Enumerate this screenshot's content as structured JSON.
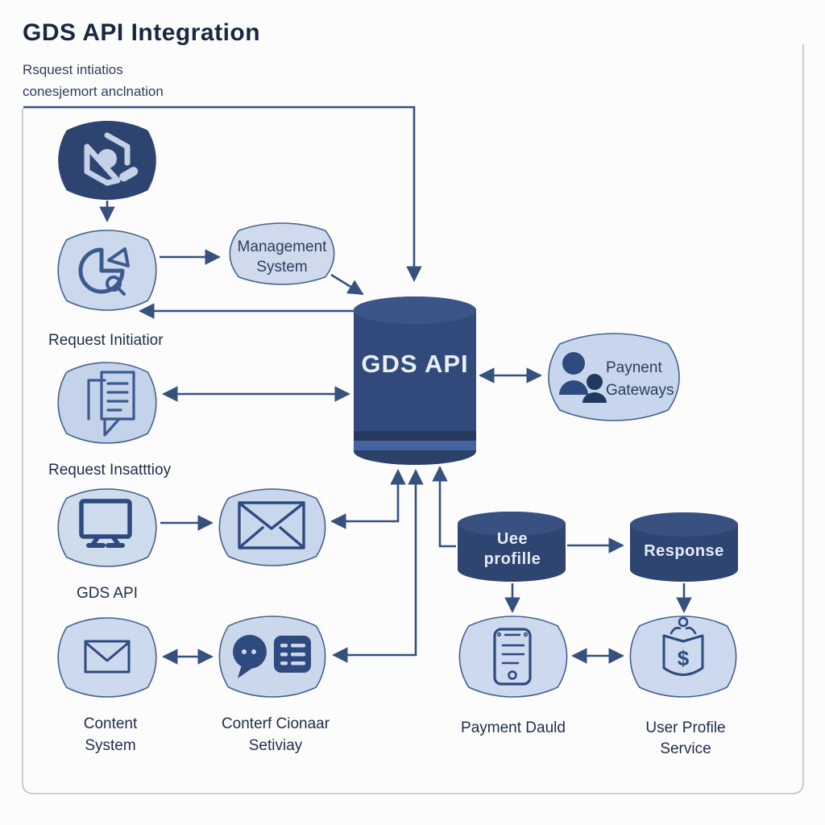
{
  "title": "GDS API Integration",
  "subtitle": {
    "line1": "Rsquest intiatios",
    "line2": "conesjemort anclnation"
  },
  "colors": {
    "dark_navy": "#2d4470",
    "cylinder_navy": "#32497b",
    "cylinder_band_dark": "#27395f",
    "cylinder_band_light": "#45639e",
    "node_fill": "#ccd9ec",
    "node_border": "#44618f",
    "connector": "#36517e",
    "frame_border": "#b7c1d0",
    "icon_stroke": "#3c5a92",
    "icon_dark_fill": "#2e4a7e"
  },
  "nodes": {
    "origin": {
      "icon": "hexagon-user-icon"
    },
    "request_initiator": {
      "icon": "pie-chart-search-icon",
      "label": "Request Initiatior"
    },
    "management_system": {
      "line1": "Management",
      "line2": "System"
    },
    "gds_api": {
      "label": "GDS API"
    },
    "payment_gateways": {
      "icon": "users-icon",
      "line1": "Paynent",
      "line2": "Gateways"
    },
    "request_inbox": {
      "icon": "document-chat-icon",
      "label": "Request Insatttioy"
    },
    "gds_terminal": {
      "icon": "monitor-icon",
      "label": "GDS API"
    },
    "mail_hub": {
      "icon": "envelope-icon"
    },
    "user_profile_store": {
      "line1": "Uee",
      "line2": "profille"
    },
    "response_store": {
      "label": "Response"
    },
    "content_system": {
      "icon": "envelope-icon",
      "line1": "Content",
      "line2": "System"
    },
    "content_gateway": {
      "icon": "chat-list-icon",
      "line1": "Conterf Cionaar",
      "line2": "Setiviay"
    },
    "payment_device": {
      "icon": "smartphone-icon",
      "label": "Payment Dauld"
    },
    "user_profile_service": {
      "icon": "dollar-shield-icon",
      "line1": "User Profile",
      "line2": "Service",
      "dollar": "$"
    }
  }
}
